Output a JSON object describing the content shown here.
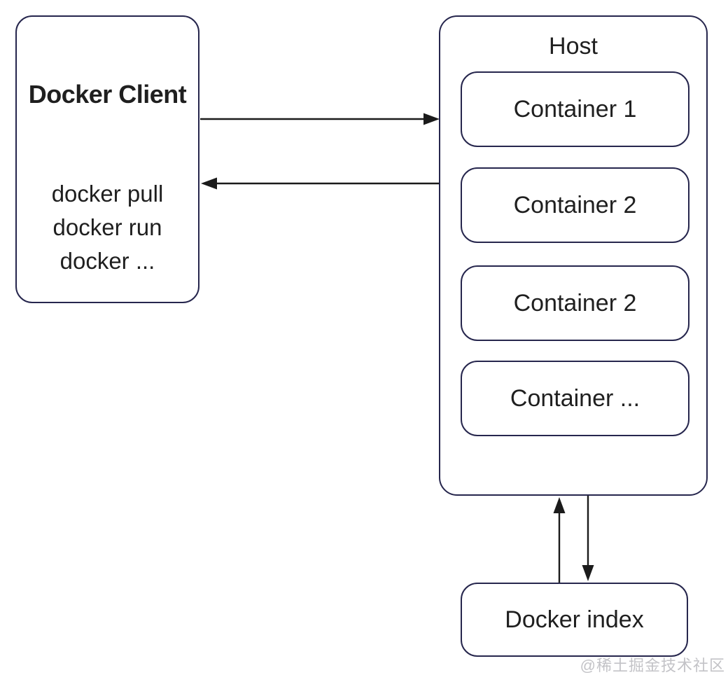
{
  "client": {
    "title": "Docker Client",
    "commands": [
      "docker pull",
      "docker run",
      "docker ..."
    ]
  },
  "host": {
    "title": "Host",
    "containers": [
      "Container 1",
      "Container 2",
      "Container 2",
      "Container ..."
    ]
  },
  "index": {
    "label": "Docker index"
  },
  "arrows": [
    {
      "name": "client-to-host",
      "direction": "right"
    },
    {
      "name": "host-to-client",
      "direction": "left"
    },
    {
      "name": "index-to-host",
      "direction": "up"
    },
    {
      "name": "host-to-index",
      "direction": "down"
    }
  ],
  "watermark": "@稀土掘金技术社区",
  "colors": {
    "border": "#26264d",
    "arrow": "#1b1b1b",
    "text": "#1f1f1f",
    "watermark": "#c3c3c7"
  }
}
